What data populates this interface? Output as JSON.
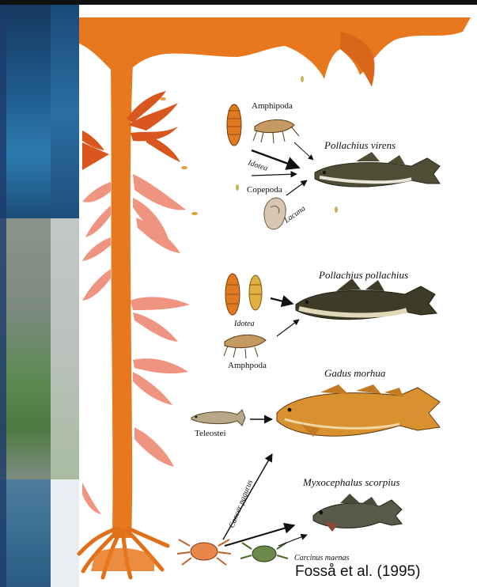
{
  "predators": {
    "p1": "Pollachius virens",
    "p2": "Pollachius pollachius",
    "p3": "Gadus morhua",
    "p4": "Myxocephalus scorpius"
  },
  "prey": {
    "amphipoda": "Amphipoda",
    "idotea_1": "Idotea",
    "copepoda": "Copepoda",
    "lacuna": "Lacuna",
    "idotea_2": "Idotea",
    "amphpoda": "Amphpoda",
    "teleostei": "Teleostei",
    "cancer": "Cancer pagurus",
    "carcinus": "Carcinus maenas"
  },
  "citation": "Fosså et al. (1995)",
  "colors": {
    "kelp": "#e8781e",
    "frond_pink": "#ef8f7a",
    "fish_olive": "#5f5a3c",
    "fish_orange": "#d98a2e"
  }
}
